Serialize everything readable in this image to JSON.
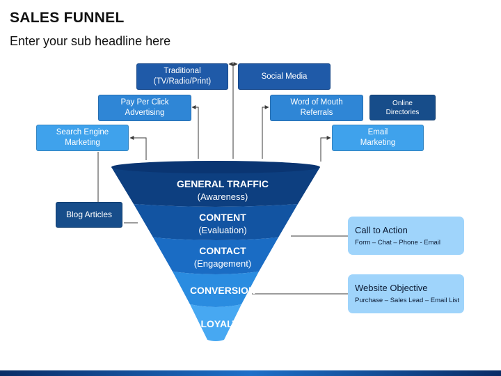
{
  "header": {
    "title": "SALES FUNNEL",
    "subtitle": "Enter your sub headline here"
  },
  "sources": {
    "traditional": {
      "line1": "Traditional",
      "line2": "(TV/Radio/Print)"
    },
    "social_media": {
      "line1": "Social Media"
    },
    "pay_per_click": {
      "line1": "Pay Per Click",
      "line2": "Advertising"
    },
    "word_of_mouth": {
      "line1": "Word of Mouth",
      "line2": "Referrals"
    },
    "online_directories": {
      "line1": "Online",
      "line2": "Directories"
    },
    "search_engine": {
      "line1": "Search Engine",
      "line2": "Marketing"
    },
    "email": {
      "line1": "Email",
      "line2": "Marketing"
    },
    "blog": {
      "line1": "Blog Articles"
    }
  },
  "stages": [
    {
      "name": "GENERAL TRAFFIC",
      "sub": "(Awareness)"
    },
    {
      "name": "CONTENT",
      "sub": "(Evaluation)"
    },
    {
      "name": "CONTACT",
      "sub": "(Engagement)"
    },
    {
      "name": "CONVERSION",
      "sub": ""
    },
    {
      "name": "LOYALTY",
      "sub": ""
    }
  ],
  "callouts": {
    "call_to_action": {
      "title": "Call to Action",
      "desc": "Form – Chat – Phone - Email"
    },
    "website_objective": {
      "title": "Website Objective",
      "desc": "Purchase – Sales Lead – Email List"
    }
  },
  "colors": {
    "stage_fills": [
      "#0d3f80",
      "#1254a2",
      "#1a6cc4",
      "#2a8ce0",
      "#47a8f2"
    ],
    "funnel_rim": "#0a3572",
    "box_dark": "#1f5aa8",
    "box_light": "#3fa2ec",
    "callout_fill": "#9fd4fb",
    "connector": "#3a3a3a"
  }
}
